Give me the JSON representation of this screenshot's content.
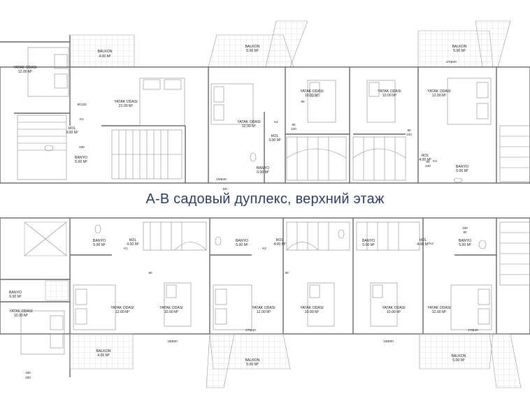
{
  "caption": "A-B садовый дуплекс, верхний этаж",
  "rooms": {
    "balkon_4": [
      "BALKON",
      "4.00 M²"
    ],
    "balkon_5": [
      "BALKON",
      "5.00 M²"
    ],
    "yatak_12": [
      "YATAK ODASI",
      "12.00 M²"
    ],
    "yatak_10": [
      "YATAK ODASI",
      "10.00 M²"
    ],
    "yatak_21": [
      "YATAK ODASI",
      "21.00 M²"
    ],
    "hol_3": [
      "HOL",
      "3.00 M²"
    ],
    "hol_4": [
      "HOL",
      "4.00 M²"
    ],
    "banyo_5": [
      "BANYO",
      "5.00 M²"
    ],
    "banyo_6": [
      "BANYO",
      "6.00 M²"
    ]
  },
  "door_dims": [
    "90",
    "220",
    "270",
    "240",
    "160",
    "200",
    "80",
    "100",
    "330"
  ],
  "door_codes": [
    "K1",
    "K2",
    "K3",
    "DK"
  ]
}
